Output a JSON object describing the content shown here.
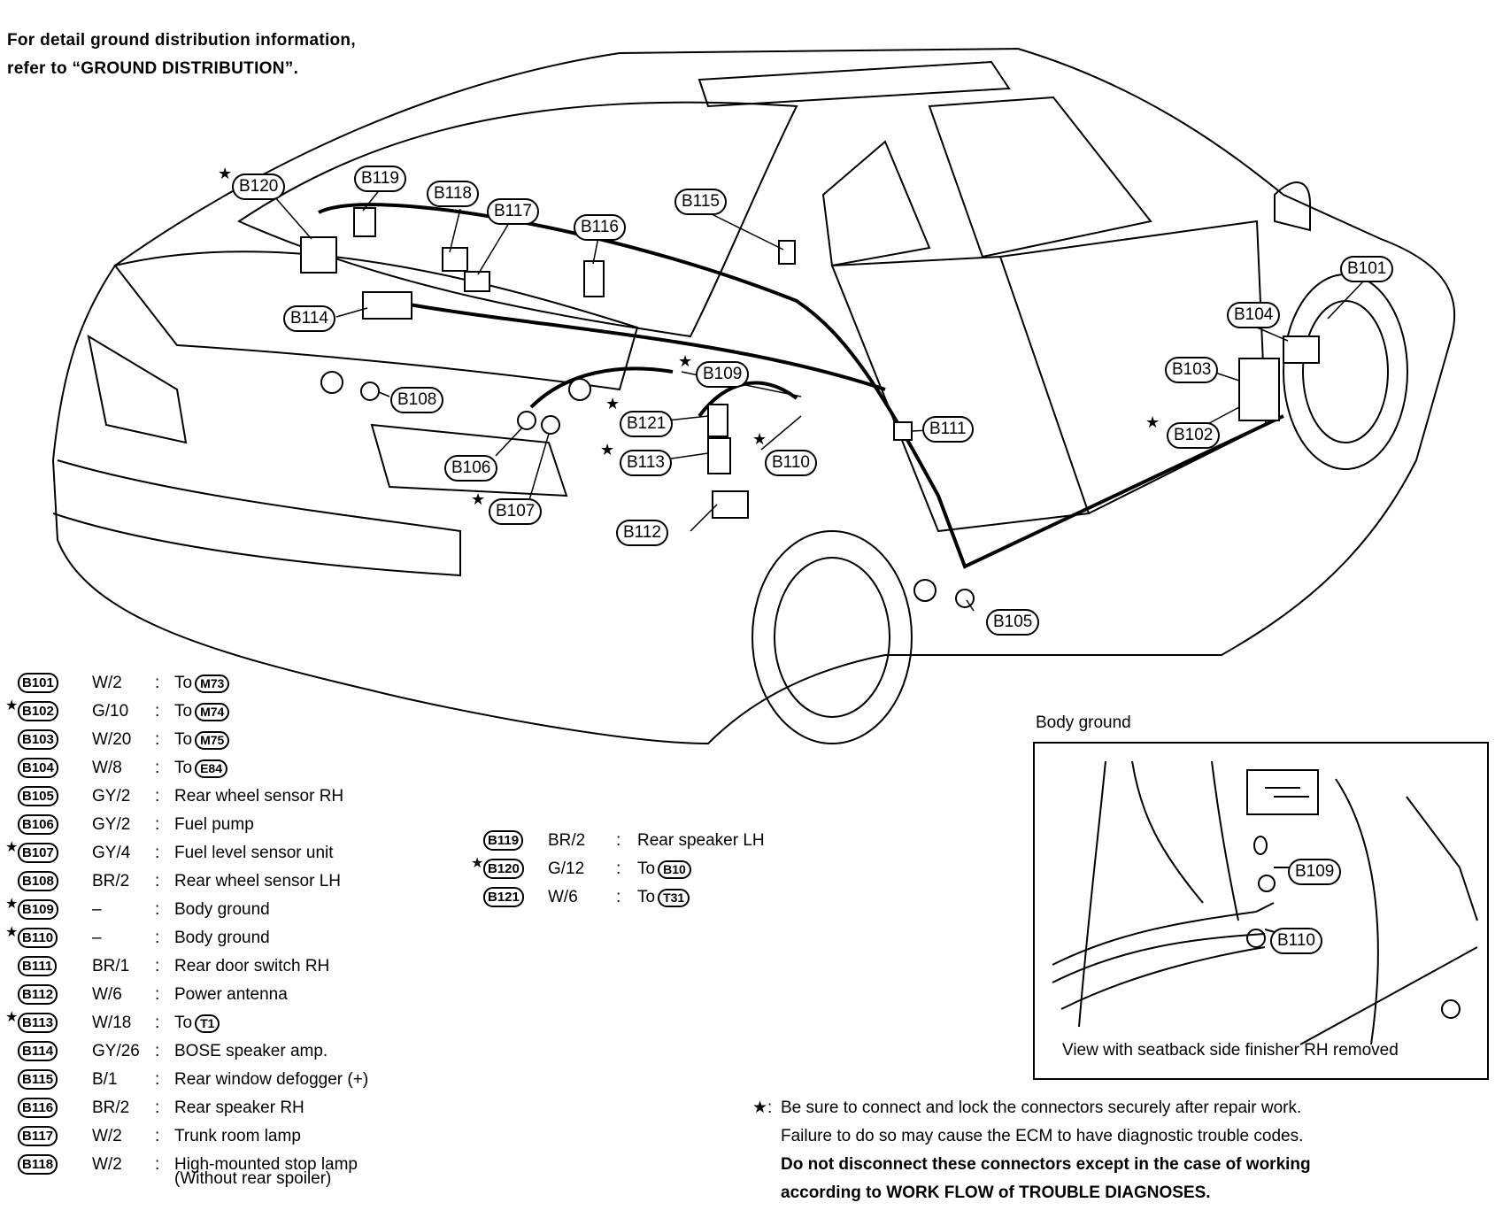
{
  "header": {
    "line1": "For detail ground distribution information,",
    "line2": "refer to “GROUND DISTRIBUTION”."
  },
  "callouts": {
    "b101": "B101",
    "b102": "B102",
    "b103": "B103",
    "b104": "B104",
    "b105": "B105",
    "b106": "B106",
    "b107": "B107",
    "b108": "B108",
    "b109": "B109",
    "b110": "B110",
    "b111": "B111",
    "b112": "B112",
    "b113": "B113",
    "b114": "B114",
    "b115": "B115",
    "b116": "B116",
    "b117": "B117",
    "b118": "B118",
    "b119": "B119",
    "b120": "B120",
    "b121": "B121"
  },
  "star": "★",
  "legend_left": [
    {
      "code": "B101",
      "starred": false,
      "wire": "W/2",
      "desc": "To",
      "conn": "M73"
    },
    {
      "code": "B102",
      "starred": true,
      "wire": "G/10",
      "desc": "To",
      "conn": "M74"
    },
    {
      "code": "B103",
      "starred": false,
      "wire": "W/20",
      "desc": "To",
      "conn": "M75"
    },
    {
      "code": "B104",
      "starred": false,
      "wire": "W/8",
      "desc": "To",
      "conn": "E84"
    },
    {
      "code": "B105",
      "starred": false,
      "wire": "GY/2",
      "desc": "Rear wheel sensor RH",
      "conn": ""
    },
    {
      "code": "B106",
      "starred": false,
      "wire": "GY/2",
      "desc": "Fuel pump",
      "conn": ""
    },
    {
      "code": "B107",
      "starred": true,
      "wire": "GY/4",
      "desc": "Fuel level sensor unit",
      "conn": ""
    },
    {
      "code": "B108",
      "starred": false,
      "wire": "BR/2",
      "desc": "Rear wheel sensor LH",
      "conn": ""
    },
    {
      "code": "B109",
      "starred": true,
      "wire": "–",
      "desc": "Body ground",
      "conn": ""
    },
    {
      "code": "B110",
      "starred": true,
      "wire": "–",
      "desc": "Body ground",
      "conn": ""
    },
    {
      "code": "B111",
      "starred": false,
      "wire": "BR/1",
      "desc": "Rear door switch RH",
      "conn": ""
    },
    {
      "code": "B112",
      "starred": false,
      "wire": "W/6",
      "desc": "Power antenna",
      "conn": ""
    },
    {
      "code": "B113",
      "starred": true,
      "wire": "W/18",
      "desc": "To",
      "conn": "T1"
    },
    {
      "code": "B114",
      "starred": false,
      "wire": "GY/26",
      "desc": "BOSE speaker amp.",
      "conn": ""
    },
    {
      "code": "B115",
      "starred": false,
      "wire": "B/1",
      "desc": "Rear window defogger (+)",
      "conn": ""
    },
    {
      "code": "B116",
      "starred": false,
      "wire": "BR/2",
      "desc": "Rear speaker RH",
      "conn": ""
    },
    {
      "code": "B117",
      "starred": false,
      "wire": "W/2",
      "desc": "Trunk room lamp",
      "conn": ""
    },
    {
      "code": "B118",
      "starred": false,
      "wire": "W/2",
      "desc": "High-mounted stop lamp",
      "conn": ""
    }
  ],
  "legend_left_extra": "(Without rear spoiler)",
  "legend_right": [
    {
      "code": "B119",
      "starred": false,
      "wire": "BR/2",
      "desc": "Rear speaker LH",
      "conn": ""
    },
    {
      "code": "B120",
      "starred": true,
      "wire": "G/12",
      "desc": "To",
      "conn": "B10"
    },
    {
      "code": "B121",
      "starred": false,
      "wire": "W/6",
      "desc": "To",
      "conn": "T31"
    }
  ],
  "colon": ":",
  "body_ground": {
    "label": "Body ground",
    "callout_b109": "B109",
    "callout_b110": "B110",
    "caption": "View with seatback side finisher RH removed"
  },
  "note": {
    "prefix": "★:",
    "line1": "Be sure to connect and lock the connectors securely after repair work.",
    "line2": "Failure to do so may cause the ECM to have diagnostic trouble codes.",
    "line3": "Do not disconnect these connectors except in the case of working",
    "line4": "according to WORK FLOW of TROUBLE DIAGNOSES."
  }
}
